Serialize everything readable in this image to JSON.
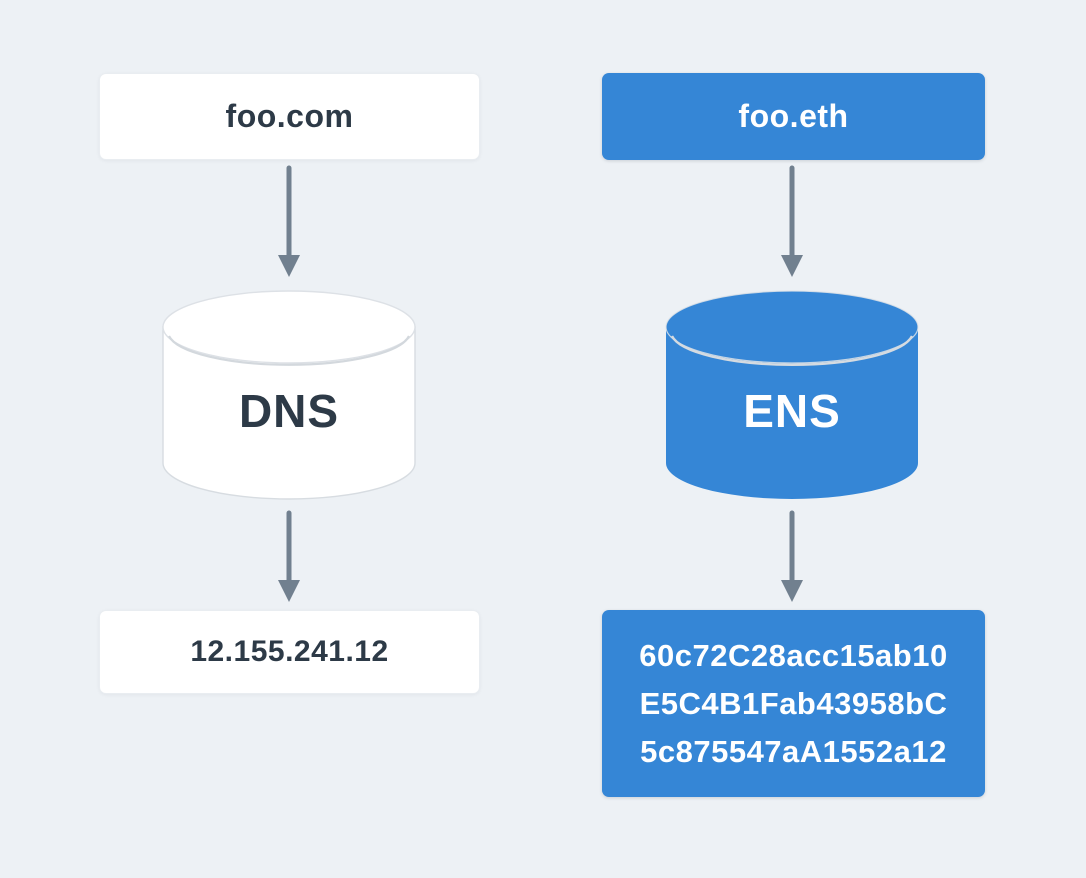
{
  "colors": {
    "background": "#edf1f5",
    "blue": "#3586d6",
    "white": "#ffffff",
    "dark_text": "#2d3a47",
    "arrow": "#71808f",
    "box_border": "#e9edf1",
    "cylinder_line": "#d7dce1"
  },
  "left_flow": {
    "title": "foo.com",
    "database": "DNS",
    "result": "12.155.241.12"
  },
  "right_flow": {
    "title": "foo.eth",
    "database": "ENS",
    "address_lines": [
      "60c72C28acc15ab10",
      "E5C4B1Fab43958bC",
      "5c875547aA1552a12"
    ]
  }
}
